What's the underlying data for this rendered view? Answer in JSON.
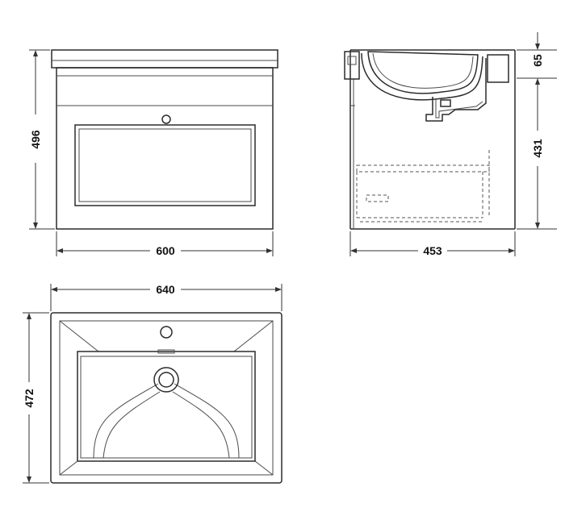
{
  "dimensions": {
    "front_height": "496",
    "front_width": "600",
    "side_depth": "453",
    "basin_lip_height": "65",
    "cabinet_height": "431",
    "basin_width": "640",
    "basin_depth": "472"
  }
}
